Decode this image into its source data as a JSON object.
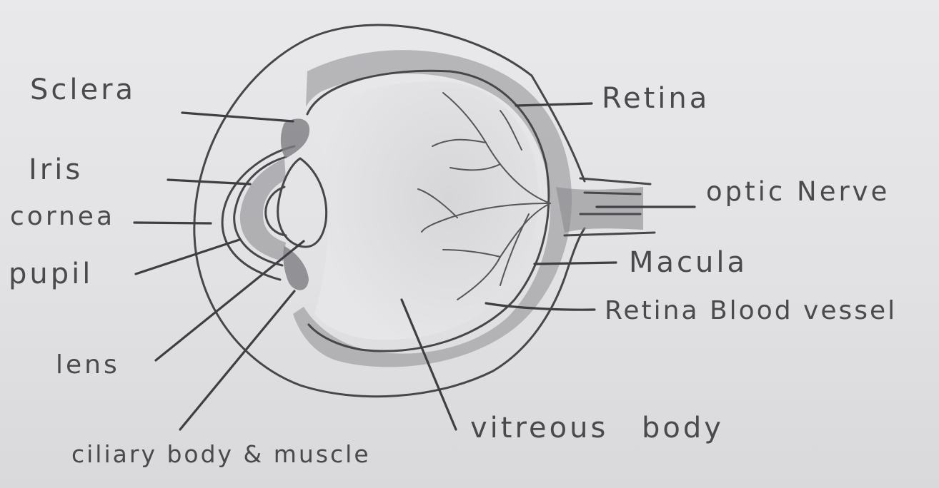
{
  "diagram": {
    "labels": {
      "sclera": "Sclera",
      "iris": "Iris",
      "cornea": "cornea",
      "pupil": "pupil",
      "lens": "lens",
      "ciliary": "ciliary body & muscle",
      "retina": "Retina",
      "optic_nerve": "optic Nerve",
      "macula": "Macula",
      "retina_vessel": "Retina Blood vessel",
      "vitreous": "vitreous body"
    }
  },
  "colors": {
    "paper": "#e4e4e6",
    "pencil": "#47474b",
    "shading": "#8e8e92"
  }
}
